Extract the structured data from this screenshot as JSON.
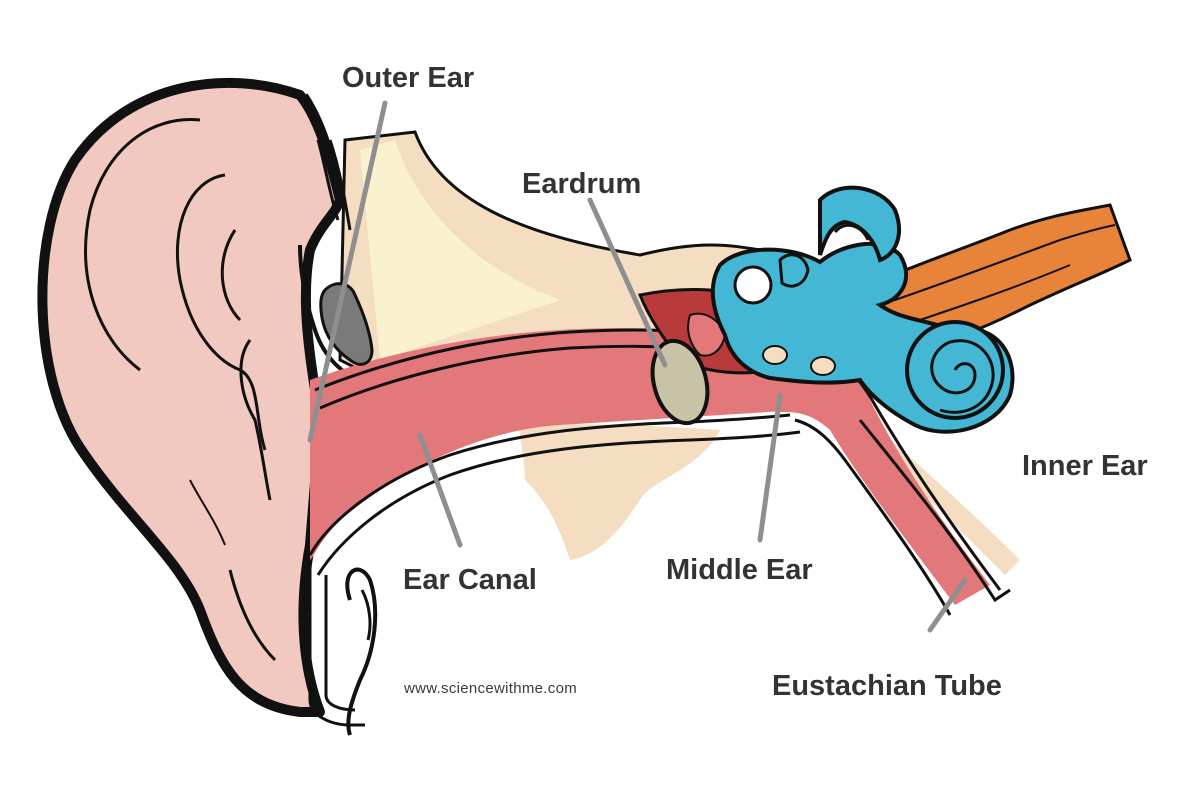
{
  "labels": {
    "outer_ear": "Outer Ear",
    "eardrum": "Eardrum",
    "inner_ear": "Inner Ear",
    "ear_canal": "Ear Canal",
    "middle_ear": "Middle Ear",
    "eustachian_tube": "Eustachian Tube"
  },
  "credit": "www.sciencewithme.com",
  "colors": {
    "skin": "#f1c9c0",
    "bone": "#f5ddc2",
    "bone_light": "#faf1cf",
    "canal": "#e3787a",
    "middle_ear_dark": "#b83a3a",
    "inner_ear": "#43b7d3",
    "nerve": "#e8833a",
    "eardrum": "#c8c3a6",
    "wax": "#7a7a7a",
    "leader": "#8f8f8f",
    "outline": "#111111"
  }
}
